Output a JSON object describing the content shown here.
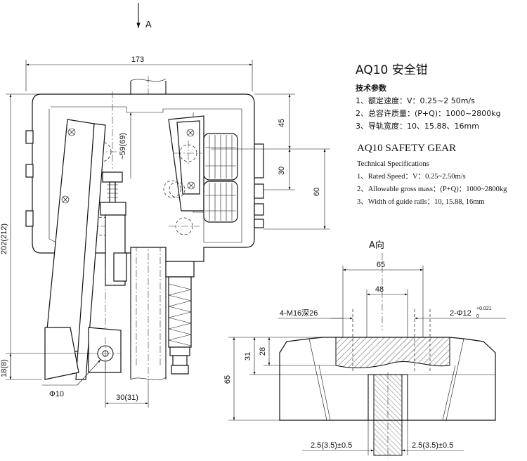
{
  "view_arrow": {
    "label": "A"
  },
  "specs_cn": {
    "title": "AQ10 安全钳",
    "heading": "技术参数",
    "items": [
      "1、额定速度：V：0.25~2 50m/s",
      "2、总容许质量：(P+Q)：1000~2800kg",
      "3、导轨宽度：10、15.88、16mm"
    ]
  },
  "specs_en": {
    "title": "AQ10 SAFETY GEAR",
    "heading": "Technical Specifications",
    "items": [
      "1、Rated Speed：V：0.25~2.50m/s",
      "2、Allowable gross mass：(P+Q)：1000~2800kg",
      "3、Width of guide rails：10, 15.88, 16mm"
    ]
  },
  "front_view": {
    "dims": {
      "width_top": "173",
      "height_left": "202(212)",
      "offset_inner": "~59(69)",
      "dim_45": "45",
      "dim_30": "30",
      "dim_60": "60",
      "dim_bottom_left": "18(8)",
      "dim_phi10": "Φ10",
      "dim_30_31": "30(31)"
    }
  },
  "view_a": {
    "label": "A向",
    "dims": {
      "dim_65_top": "65",
      "dim_48": "48",
      "thread": "4-M16深26",
      "hole_main": "2-Φ12",
      "hole_tol_upper": "+0.021",
      "hole_tol_lower": "0",
      "dim_31": "31",
      "dim_28": "28",
      "dim_65_left": "65",
      "gap_left": "2.5(3.5)±0.5",
      "gap_right": "2.5(3.5)±0.5"
    }
  }
}
